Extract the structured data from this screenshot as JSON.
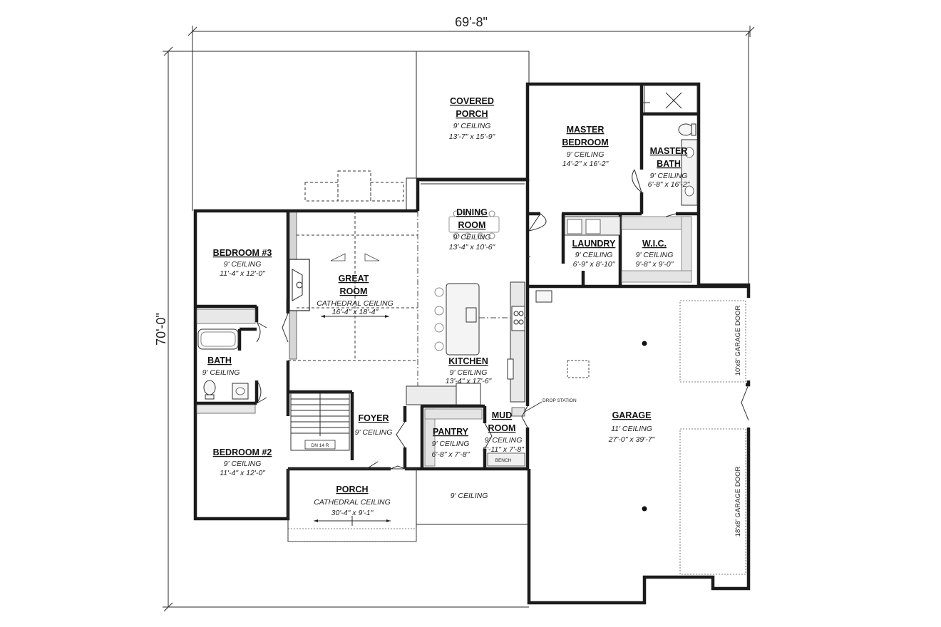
{
  "dimensions": {
    "overall_width": "69'-8\"",
    "overall_depth": "70'-0\""
  },
  "rooms": {
    "covered_porch": {
      "name_line1": "COVERED",
      "name_line2": "PORCH",
      "ceiling": "9' CEILING",
      "size": "13'-7\" x 15'-9\""
    },
    "master_bedroom": {
      "name_line1": "MASTER",
      "name_line2": "BEDROOM",
      "ceiling": "9' CEILING",
      "size": "14'-2\" x 16'-2\""
    },
    "master_bath": {
      "name_line1": "MASTER",
      "name_line2": "BATH",
      "ceiling": "9' CEILING",
      "size": "6'-8\" x 16'-2\""
    },
    "dining_room": {
      "name_line1": "DINING",
      "name_line2": "ROOM",
      "ceiling": "9' CEILING",
      "size": "13'-4\" x 10'-6\""
    },
    "laundry": {
      "name": "LAUNDRY",
      "ceiling": "9' CEILING",
      "size": "6'-9\" x 8'-10\""
    },
    "wic": {
      "name": "W.I.C.",
      "ceiling": "9' CEILING",
      "size": "9'-8\" x 9'-0\""
    },
    "bedroom3": {
      "name": "BEDROOM #3",
      "ceiling": "9' CEILING",
      "size": "11'-4\" x 12'-0\""
    },
    "great_room": {
      "name_line1": "GREAT",
      "name_line2": "ROOM",
      "ceiling": "CATHEDRAL CEILING",
      "size": "16'-4\" x 18'-4\""
    },
    "bath": {
      "name": "BATH",
      "ceiling": "9' CEILING"
    },
    "kitchen": {
      "name": "KITCHEN",
      "ceiling": "9' CEILING",
      "size": "13'-4\" x 17'-6\""
    },
    "foyer": {
      "name": "FOYER",
      "ceiling": "9' CEILING"
    },
    "pantry": {
      "name": "PANTRY",
      "ceiling": "9' CEILING",
      "size": "6'-8\" x 7'-8\""
    },
    "mud_room": {
      "name_line1": "MUD",
      "name_line2": "ROOM",
      "ceiling": "9' CEILING",
      "size": "5'-11\" x 7'-8\""
    },
    "bedroom2": {
      "name": "BEDROOM #2",
      "ceiling": "9' CEILING",
      "size": "11'-4\" x 12'-0\""
    },
    "porch": {
      "name": "PORCH",
      "ceiling": "CATHEDRAL CEILING",
      "size": "30'-4\" x 9'-1\""
    },
    "side_porch": {
      "ceiling": "9' CEILING"
    },
    "garage": {
      "name": "GARAGE",
      "ceiling": "11' CEILING",
      "size": "27'-0\" x 39'-7\""
    }
  },
  "notes": {
    "stairs": "DN 14 R",
    "drop_station": "DROP STATION",
    "bench": "BENCH",
    "garage_door_small": "10'x8' GARAGE DOOR",
    "garage_door_large": "18'x8' GARAGE DOOR"
  }
}
